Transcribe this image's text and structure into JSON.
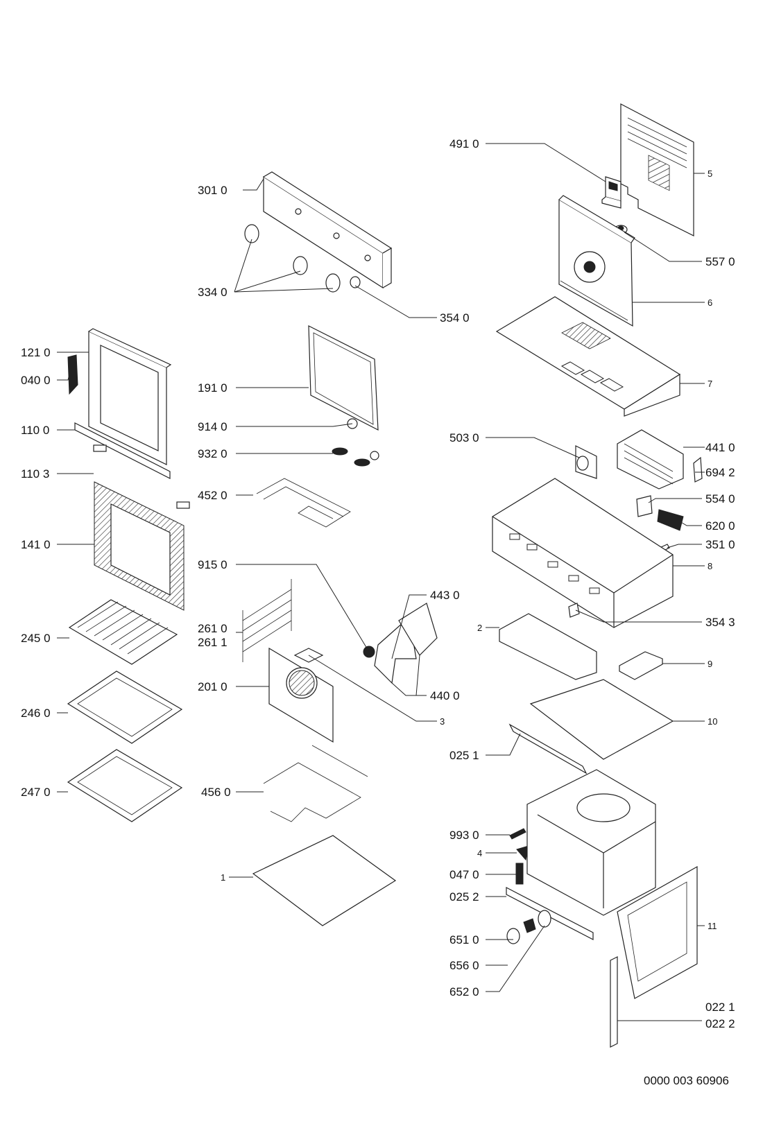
{
  "labels": [
    {
      "id": "p491",
      "text": "491 0"
    },
    {
      "id": "p5",
      "text": "5"
    },
    {
      "id": "p301",
      "text": "301 0"
    },
    {
      "id": "p557",
      "text": "557 0"
    },
    {
      "id": "p334",
      "text": "334 0"
    },
    {
      "id": "p6",
      "text": "6"
    },
    {
      "id": "p354",
      "text": "354 0"
    },
    {
      "id": "p121",
      "text": "121 0"
    },
    {
      "id": "p040",
      "text": "040 0"
    },
    {
      "id": "p191",
      "text": "191 0"
    },
    {
      "id": "p7",
      "text": "7"
    },
    {
      "id": "p110",
      "text": "110 0"
    },
    {
      "id": "p914",
      "text": "914 0"
    },
    {
      "id": "p503",
      "text": "503 0"
    },
    {
      "id": "p441",
      "text": "441 0"
    },
    {
      "id": "p932",
      "text": "932 0"
    },
    {
      "id": "p1103",
      "text": "110 3"
    },
    {
      "id": "p694",
      "text": "694 2"
    },
    {
      "id": "p452",
      "text": "452 0"
    },
    {
      "id": "p554",
      "text": "554 0"
    },
    {
      "id": "p620",
      "text": "620 0"
    },
    {
      "id": "p141",
      "text": "141 0"
    },
    {
      "id": "p351",
      "text": "351 0"
    },
    {
      "id": "p915",
      "text": "915 0"
    },
    {
      "id": "p8",
      "text": "8"
    },
    {
      "id": "p443",
      "text": "443 0"
    },
    {
      "id": "p3543",
      "text": "354 3"
    },
    {
      "id": "p2",
      "text": "2"
    },
    {
      "id": "p261",
      "text": "261 0"
    },
    {
      "id": "p2611",
      "text": "261 1"
    },
    {
      "id": "p245",
      "text": "245 0"
    },
    {
      "id": "p9",
      "text": "9"
    },
    {
      "id": "p201",
      "text": "201 0"
    },
    {
      "id": "p440",
      "text": "440 0"
    },
    {
      "id": "p246",
      "text": "246 0"
    },
    {
      "id": "p3",
      "text": "3"
    },
    {
      "id": "p10",
      "text": "10"
    },
    {
      "id": "p0251",
      "text": "025 1"
    },
    {
      "id": "p247",
      "text": "247 0"
    },
    {
      "id": "p456",
      "text": "456 0"
    },
    {
      "id": "p993",
      "text": "993 0"
    },
    {
      "id": "p4",
      "text": "4"
    },
    {
      "id": "p047",
      "text": "047 0"
    },
    {
      "id": "p1",
      "text": "1"
    },
    {
      "id": "p0252",
      "text": "025 2"
    },
    {
      "id": "p11",
      "text": "11"
    },
    {
      "id": "p651",
      "text": "651 0"
    },
    {
      "id": "p656",
      "text": "656 0"
    },
    {
      "id": "p652",
      "text": "652 0"
    },
    {
      "id": "p0221",
      "text": "022 1"
    },
    {
      "id": "p0222",
      "text": "022 2"
    }
  ],
  "drawing_number": "0000 003 60906"
}
